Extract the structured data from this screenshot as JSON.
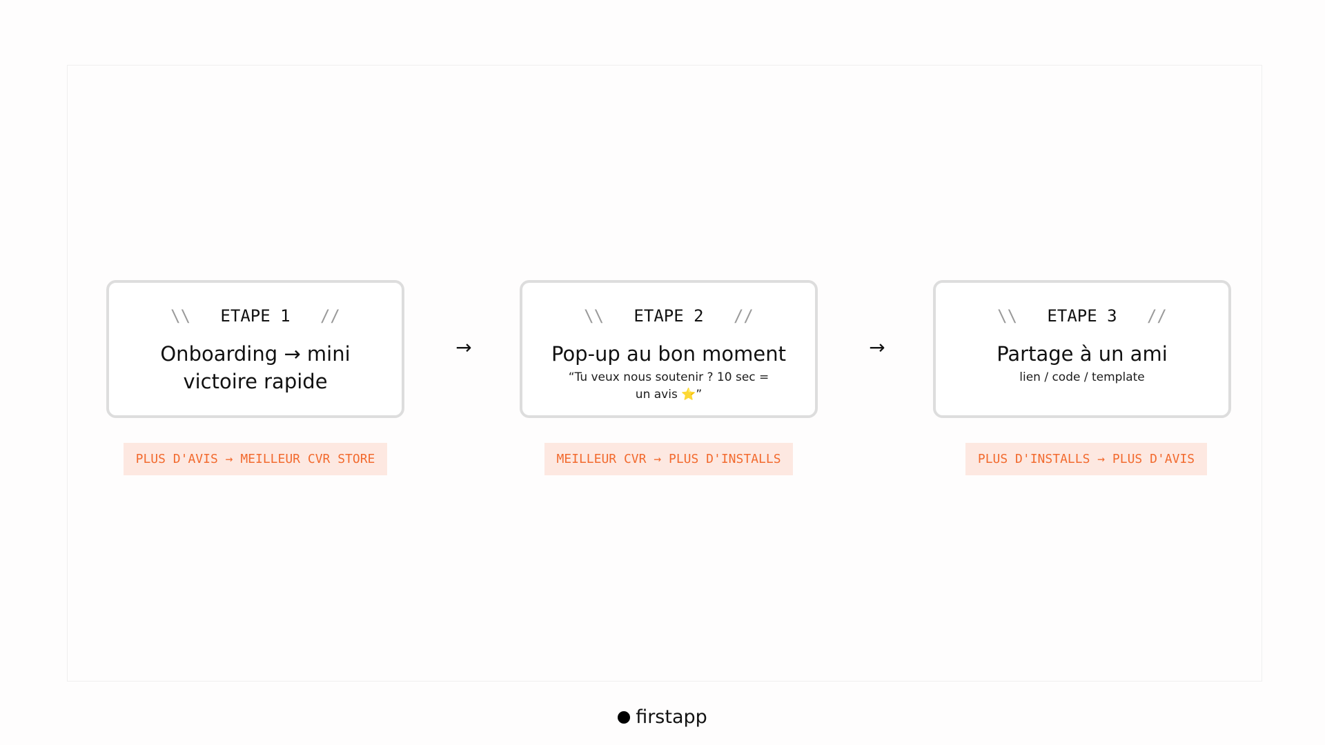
{
  "steps": [
    {
      "slash_left": "\\\\",
      "label": "ETAPE 1",
      "slash_right": "//",
      "title": "Onboarding → mini victoire rapide",
      "subtitle": "",
      "tag": "PLUS D'AVIS → MEILLEUR CVR STORE"
    },
    {
      "slash_left": "\\\\",
      "label": "ETAPE 2",
      "slash_right": "//",
      "title": "Pop-up au bon moment",
      "subtitle": "“Tu veux nous soutenir ? 10 sec = un avis ⭐”",
      "tag": "MEILLEUR CVR → PLUS D'INSTALLS"
    },
    {
      "slash_left": "\\\\",
      "label": "ETAPE 3",
      "slash_right": "//",
      "title": "Partage à un ami",
      "subtitle": "lien / code / template",
      "tag": "PLUS D'INSTALLS → PLUS D'AVIS"
    }
  ],
  "connectors": [
    "→",
    "→"
  ],
  "footer": {
    "brand": "firstapp"
  },
  "colors": {
    "tag_background": "#fde8e1",
    "tag_text": "#f26a2e",
    "card_border": "#dddddd"
  }
}
